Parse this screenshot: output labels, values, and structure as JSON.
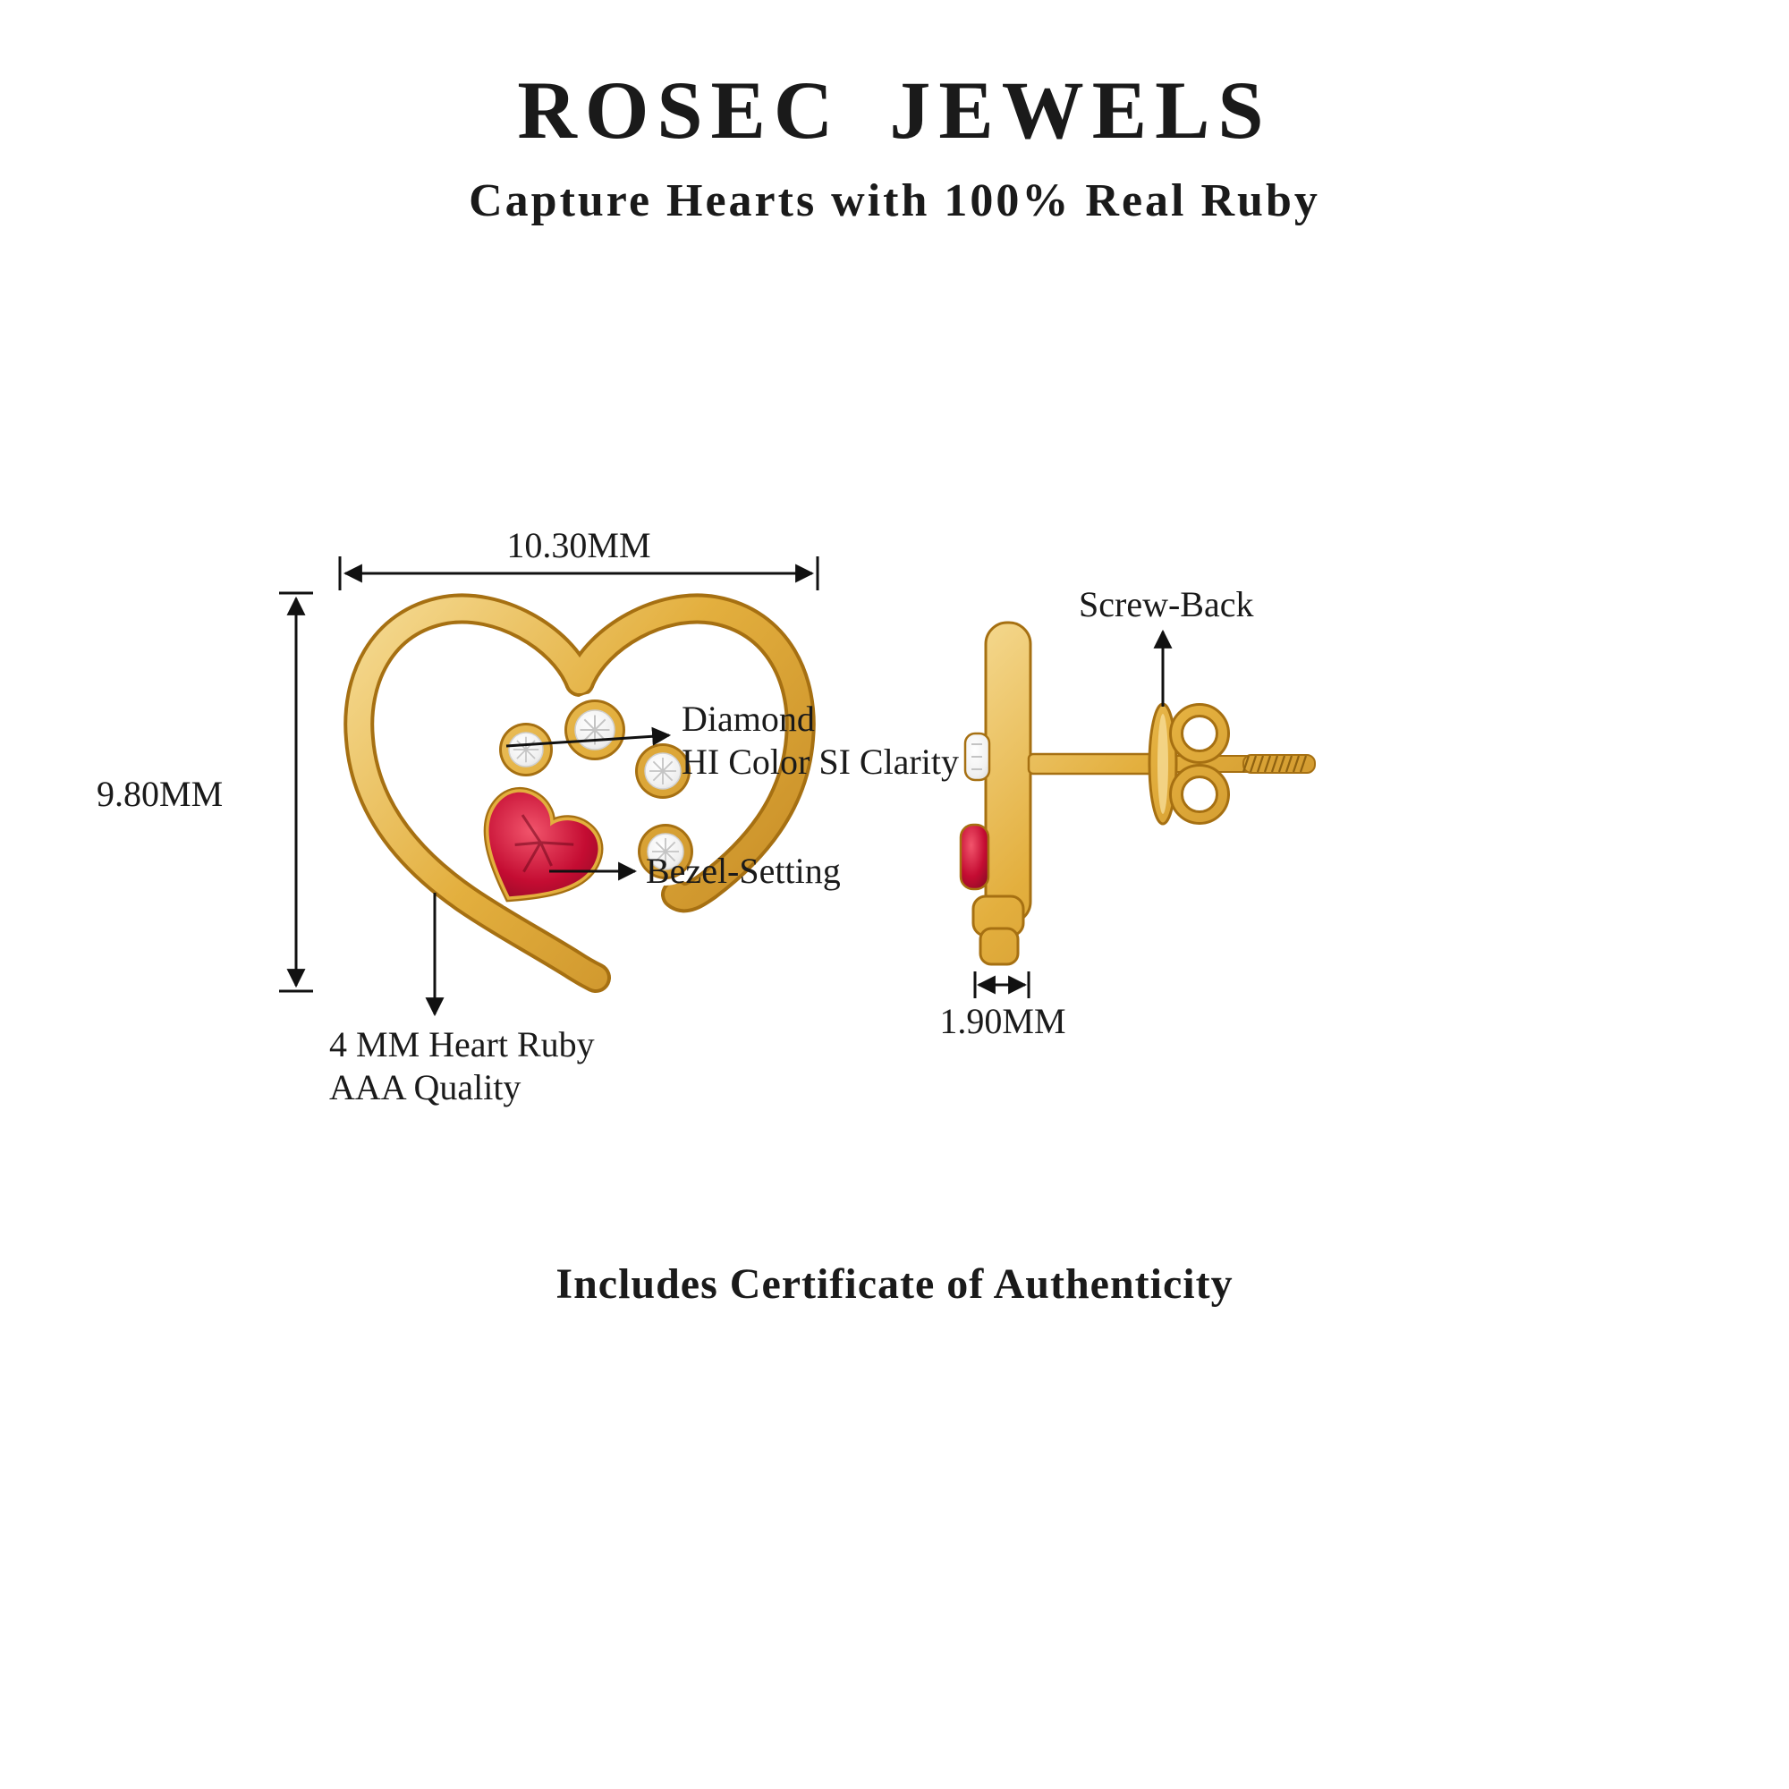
{
  "brand": {
    "title": "ROSEC JEWELS",
    "subtitle": "Capture Hearts with 100% Real Ruby"
  },
  "footer": {
    "text": "Includes Certificate of Authenticity"
  },
  "front_view": {
    "width_dimension": "10.30MM",
    "height_dimension": "9.80MM"
  },
  "side_view": {
    "screw_back_label": "Screw-Back",
    "thickness_dimension": "1.90MM"
  },
  "callouts": {
    "diamond": {
      "line1": "Diamond",
      "line2": "HI Color SI Clarity"
    },
    "bezel_setting": "Bezel-Setting",
    "ruby": {
      "line1": "4 MM Heart Ruby",
      "line2": "AAA Quality"
    }
  },
  "colors": {
    "gold": "#E3AF3E",
    "gold_light": "#F6DC96",
    "gold_dark": "#C08420",
    "gold_rim": "#A67012",
    "ruby": "#C40C32",
    "ruby_light": "#F2556C",
    "ruby_dark": "#7E0A22",
    "diamond_white": "#FFFFFF",
    "line": "#111111",
    "text": "#1A1A1A",
    "background": "#FFFFFF"
  }
}
